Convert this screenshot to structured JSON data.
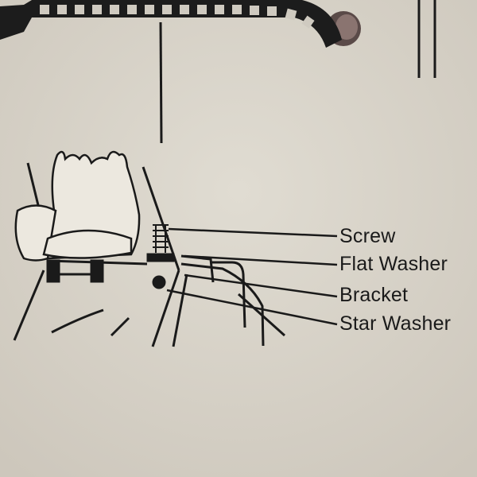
{
  "diagram": {
    "labels": {
      "screw": "Screw",
      "flat_washer": "Flat Washer",
      "bracket": "Bracket",
      "star_washer": "Star Washer"
    },
    "colors": {
      "paper": "#d9d4ca",
      "ink": "#1a1a1a",
      "strap": "#1c1c1c"
    }
  }
}
